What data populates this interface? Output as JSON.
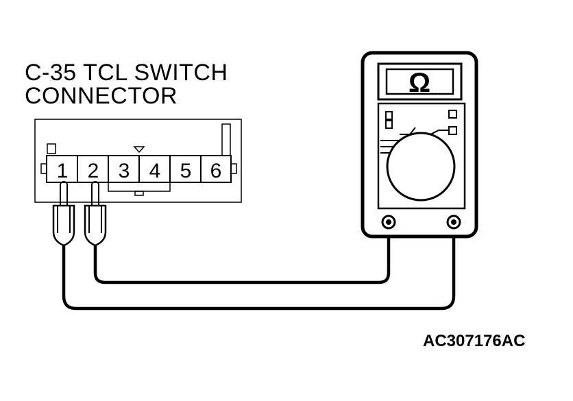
{
  "connector": {
    "title_line1": "C-35 TCL SWITCH",
    "title_line2": "CONNECTOR",
    "pins": [
      "1",
      "2",
      "3",
      "4",
      "5",
      "6"
    ]
  },
  "meter": {
    "display_symbol": "Ω"
  },
  "figure_code": "AC307176AC",
  "colors": {
    "line": "#000000",
    "background": "#ffffff"
  }
}
